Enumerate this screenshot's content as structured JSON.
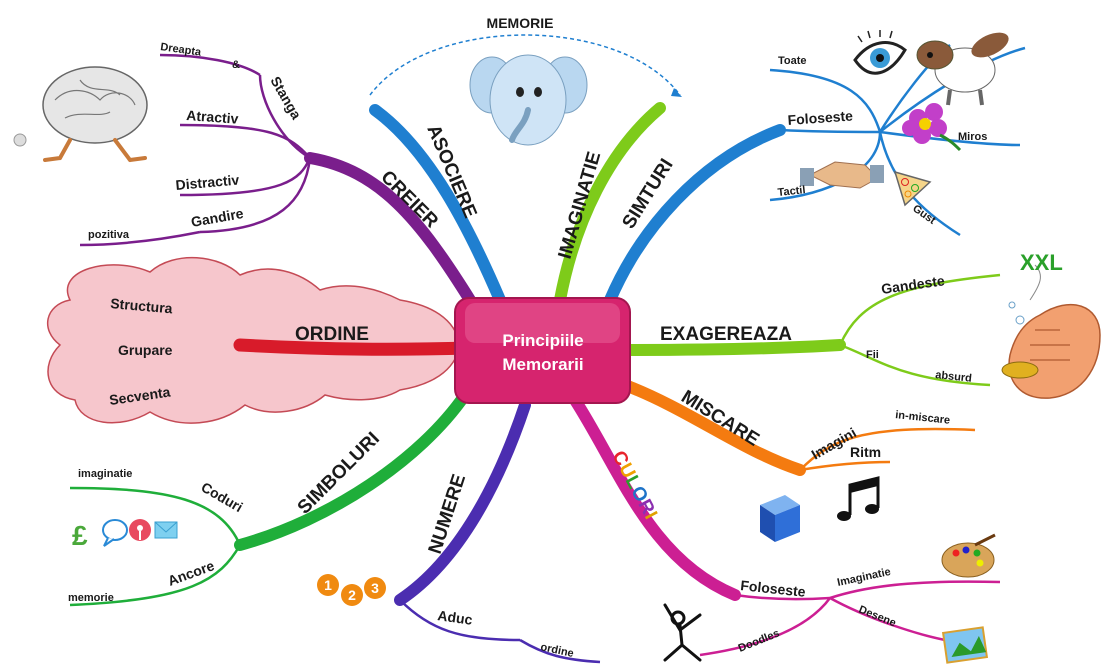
{
  "center": {
    "line1": "Principiile",
    "line2": "Memorarii"
  },
  "top": {
    "memorie": "MEMORIE"
  },
  "branches": {
    "asociere": "ASOCIERE",
    "imaginatie": "IMAGINATIE",
    "creier": {
      "title": "CREIER",
      "dreapta": "Dreapta",
      "amp": "&",
      "stanga": "Stanga",
      "atractiv": "Atractiv",
      "distractiv": "Distractiv",
      "gandire": "Gandire",
      "pozitiva": "pozitiva"
    },
    "simturi": {
      "title": "SIMTURI",
      "foloseste": "Foloseste",
      "toate": "Toate",
      "miros": "Miros",
      "tactil": "Tactil",
      "gust": "Gust"
    },
    "ordine": {
      "title": "ORDINE",
      "structura": "Structura",
      "grupare": "Grupare",
      "secventa": "Secventa"
    },
    "exagereaza": {
      "title": "EXAGEREAZA",
      "gandeste": "Gandeste",
      "xxl": "XXL",
      "fii": "Fii",
      "absurd": "absurd"
    },
    "miscare": {
      "title": "MISCARE",
      "imagini": "Imagini",
      "in_miscare": "in-miscare",
      "ritm": "Ritm"
    },
    "simboluri": {
      "title": "SIMBOLURI",
      "coduri": "Coduri",
      "imaginatie": "imaginatie",
      "ancore": "Ancore",
      "memorie": "memorie",
      "pound": "£"
    },
    "numere": {
      "title": "NUMERE",
      "aduc": "Aduc",
      "ordine": "ordine",
      "n1": "1",
      "n2": "2",
      "n3": "3"
    },
    "culori": {
      "title_letters": [
        "C",
        "U",
        "L",
        "O",
        "R",
        "I"
      ],
      "letter_colors": [
        "#e8242c",
        "#f0a000",
        "#2aa02a",
        "#1e73c8",
        "#8b2fb0",
        "#e0a000"
      ],
      "foloseste": "Foloseste",
      "imaginatie": "Imaginatie",
      "desene": "Desene",
      "doodles": "Doodles"
    }
  },
  "colors": {
    "center": "#d6246e",
    "creier": "#7a1e8c",
    "asociere": "#1f7fd0",
    "imaginatie": "#7ecb1a",
    "simturi": "#1f7fd0",
    "ordine": "#d81b2a",
    "exagereaza": "#7ecb1a",
    "miscare": "#f47b10",
    "simboluri": "#1fae3a",
    "numere": "#4b2db0",
    "culori": "#cc1f93"
  },
  "icons": [
    "brain-icon",
    "elephant-icon",
    "eye-icon",
    "dog-icon",
    "flower-icon",
    "handshake-icon",
    "pizza-icon",
    "hermit-crab-icon",
    "cube-icon",
    "music-note-icon",
    "pound-icon",
    "speech-bubble-icon",
    "podcast-icon",
    "mail-icon",
    "numbers-icon",
    "palette-icon",
    "picture-icon",
    "stick-figure-icon"
  ]
}
